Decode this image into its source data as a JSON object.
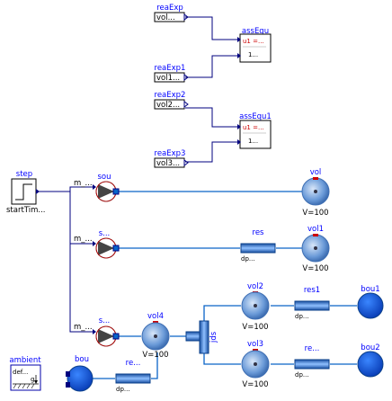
{
  "expression_blocks": [
    {
      "name": "reaExp",
      "value": "vol..."
    },
    {
      "name": "reaExp1",
      "value": "vol1..."
    },
    {
      "name": "reaExp2",
      "value": "vol2..."
    },
    {
      "name": "reaExp3",
      "value": "vol3..."
    }
  ],
  "assert_blocks": [
    {
      "name": "assEqu",
      "u1": "u1 =...",
      "val": "1..."
    },
    {
      "name": "assEqu1",
      "u1": "u1 =...",
      "val": "1..."
    }
  ],
  "step": {
    "name": "step",
    "param": "startTim..."
  },
  "sources": [
    {
      "input": "m_...",
      "name": "sou"
    },
    {
      "input": "m_...",
      "name": "s..."
    },
    {
      "input": "m_...",
      "name": "s..."
    }
  ],
  "volumes": [
    {
      "name": "vol",
      "param": "V=100"
    },
    {
      "name": "vol1",
      "param": "V=100"
    },
    {
      "name": "vol2",
      "param": "V=100"
    },
    {
      "name": "vol3",
      "param": "V=100"
    },
    {
      "name": "vol4",
      "param": "V=100"
    }
  ],
  "resistances": [
    {
      "name": "res",
      "param": "dp..."
    },
    {
      "name": "res1",
      "param": "dp..."
    },
    {
      "name": "re...",
      "param": "dp..."
    },
    {
      "name": "re...",
      "param": "dp..."
    }
  ],
  "boundaries": [
    {
      "name": "bou1"
    },
    {
      "name": "bou2"
    },
    {
      "name": "bou"
    }
  ],
  "splitter": {
    "name": "jds"
  },
  "ambient": {
    "name": "ambient",
    "param": "def..."
  },
  "colors": {
    "connector": "#0000ff",
    "fluid_line": "#0a64c8",
    "volume": "#6a9ad8",
    "boundary": "#1a5bd6"
  }
}
